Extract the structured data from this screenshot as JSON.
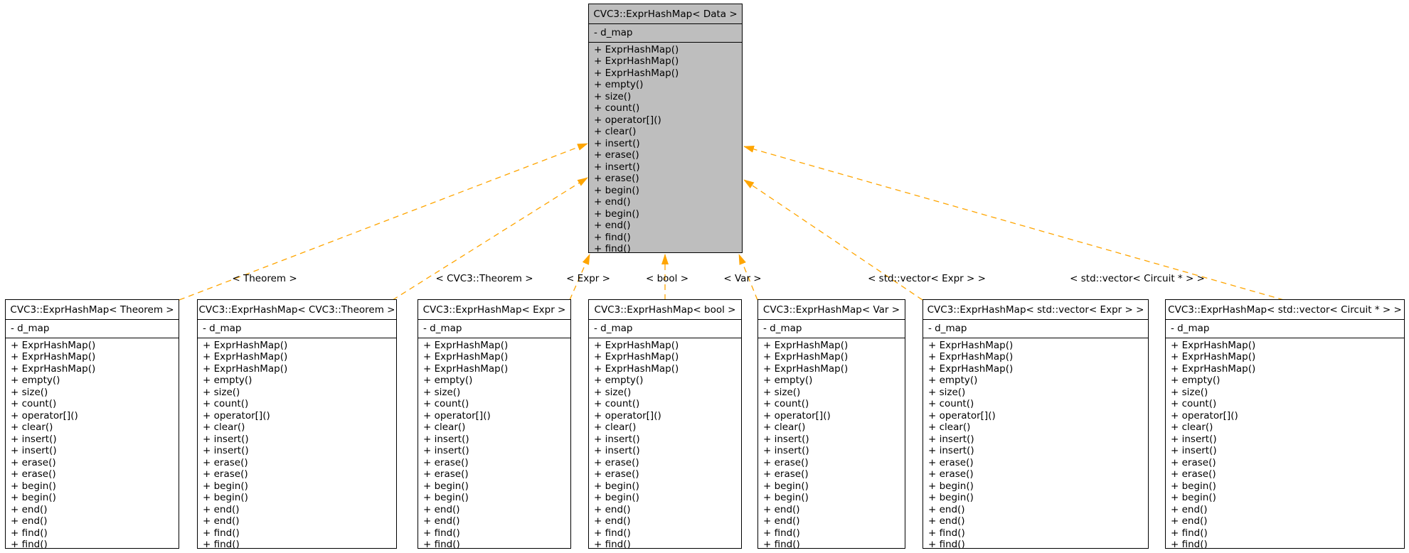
{
  "colors": {
    "highlight_node_fill": "#bebebe",
    "node_fill": "#ffffff",
    "border": "#000000",
    "edge": "#ffa500",
    "text": "#000000"
  },
  "classes": [
    {
      "title": "CVC3::ExprHashMap< Data >",
      "attributes": [
        "- d_map"
      ],
      "methods": [
        "+ ExprHashMap()",
        "+ ExprHashMap()",
        "+ ExprHashMap()",
        "+ empty()",
        "+ size()",
        "+ count()",
        "+ operator[]()",
        "+ clear()",
        "+ insert()",
        "+ erase()",
        "+ insert()",
        "+ erase()",
        "+ begin()",
        "+ end()",
        "+ begin()",
        "+ end()",
        "+ find()",
        "+ find()"
      ]
    },
    {
      "title": "CVC3::ExprHashMap< Theorem >",
      "attributes": [
        "- d_map"
      ],
      "methods": [
        "+ ExprHashMap()",
        "+ ExprHashMap()",
        "+ ExprHashMap()",
        "+ empty()",
        "+ size()",
        "+ count()",
        "+ operator[]()",
        "+ clear()",
        "+ insert()",
        "+ insert()",
        "+ erase()",
        "+ erase()",
        "+ begin()",
        "+ begin()",
        "+ end()",
        "+ end()",
        "+ find()",
        "+ find()"
      ]
    },
    {
      "title": "CVC3::ExprHashMap< CVC3::Theorem >",
      "attributes": [
        "- d_map"
      ],
      "methods": [
        "+ ExprHashMap()",
        "+ ExprHashMap()",
        "+ ExprHashMap()",
        "+ empty()",
        "+ size()",
        "+ count()",
        "+ operator[]()",
        "+ clear()",
        "+ insert()",
        "+ insert()",
        "+ erase()",
        "+ erase()",
        "+ begin()",
        "+ begin()",
        "+ end()",
        "+ end()",
        "+ find()",
        "+ find()"
      ]
    },
    {
      "title": "CVC3::ExprHashMap< Expr >",
      "attributes": [
        "- d_map"
      ],
      "methods": [
        "+ ExprHashMap()",
        "+ ExprHashMap()",
        "+ ExprHashMap()",
        "+ empty()",
        "+ size()",
        "+ count()",
        "+ operator[]()",
        "+ clear()",
        "+ insert()",
        "+ insert()",
        "+ erase()",
        "+ erase()",
        "+ begin()",
        "+ begin()",
        "+ end()",
        "+ end()",
        "+ find()",
        "+ find()"
      ]
    },
    {
      "title": "CVC3::ExprHashMap< bool >",
      "attributes": [
        "- d_map"
      ],
      "methods": [
        "+ ExprHashMap()",
        "+ ExprHashMap()",
        "+ ExprHashMap()",
        "+ empty()",
        "+ size()",
        "+ count()",
        "+ operator[]()",
        "+ clear()",
        "+ insert()",
        "+ insert()",
        "+ erase()",
        "+ erase()",
        "+ begin()",
        "+ begin()",
        "+ end()",
        "+ end()",
        "+ find()",
        "+ find()"
      ]
    },
    {
      "title": "CVC3::ExprHashMap< Var >",
      "attributes": [
        "- d_map"
      ],
      "methods": [
        "+ ExprHashMap()",
        "+ ExprHashMap()",
        "+ ExprHashMap()",
        "+ empty()",
        "+ size()",
        "+ count()",
        "+ operator[]()",
        "+ clear()",
        "+ insert()",
        "+ insert()",
        "+ erase()",
        "+ erase()",
        "+ begin()",
        "+ begin()",
        "+ end()",
        "+ end()",
        "+ find()",
        "+ find()"
      ]
    },
    {
      "title": "CVC3::ExprHashMap< std::vector< Expr > >",
      "attributes": [
        "- d_map"
      ],
      "methods": [
        "+ ExprHashMap()",
        "+ ExprHashMap()",
        "+ ExprHashMap()",
        "+ empty()",
        "+ size()",
        "+ count()",
        "+ operator[]()",
        "+ clear()",
        "+ insert()",
        "+ insert()",
        "+ erase()",
        "+ erase()",
        "+ begin()",
        "+ begin()",
        "+ end()",
        "+ end()",
        "+ find()",
        "+ find()"
      ]
    },
    {
      "title": "CVC3::ExprHashMap< std::vector< Circuit * > >",
      "attributes": [
        "- d_map"
      ],
      "methods": [
        "+ ExprHashMap()",
        "+ ExprHashMap()",
        "+ ExprHashMap()",
        "+ empty()",
        "+ size()",
        "+ count()",
        "+ operator[]()",
        "+ clear()",
        "+ insert()",
        "+ insert()",
        "+ erase()",
        "+ erase()",
        "+ begin()",
        "+ begin()",
        "+ end()",
        "+ end()",
        "+ find()",
        "+ find()"
      ]
    }
  ],
  "edges": [
    {
      "label": "< Theorem >"
    },
    {
      "label": "< CVC3::Theorem >"
    },
    {
      "label": "< Expr >"
    },
    {
      "label": "< bool >"
    },
    {
      "label": "< Var >"
    },
    {
      "label": "< std::vector< Expr > >"
    },
    {
      "label": "< std::vector< Circuit * > >"
    }
  ]
}
